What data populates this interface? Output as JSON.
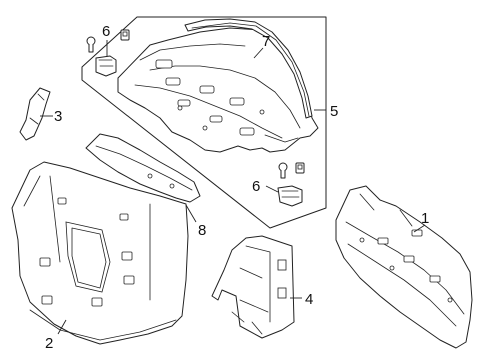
{
  "callouts": {
    "c1": "1",
    "c2": "2",
    "c3": "3",
    "c4": "4",
    "c5": "5",
    "c6a": "6",
    "c6b": "6",
    "c7": "7",
    "c8": "8"
  },
  "colors": {
    "line": "#222222",
    "background": "#ffffff"
  }
}
